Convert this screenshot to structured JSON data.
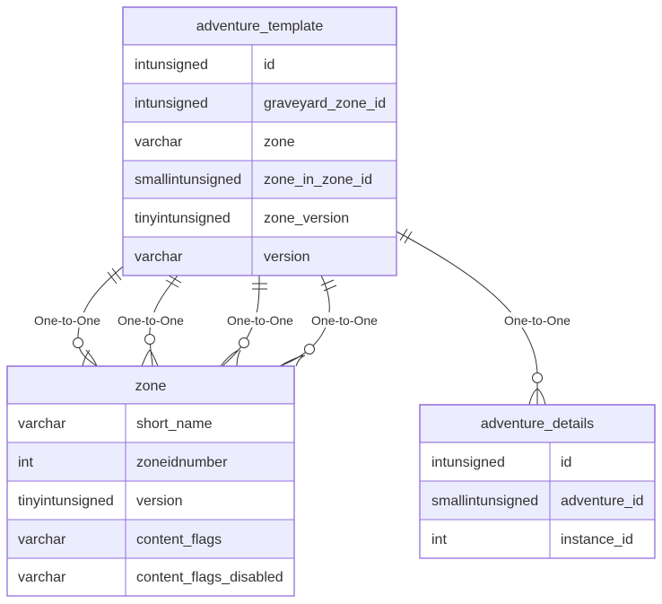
{
  "entities": {
    "adventure_template": {
      "name": "adventure_template",
      "attributes": [
        {
          "type": "intunsigned",
          "name": "id"
        },
        {
          "type": "intunsigned",
          "name": "graveyard_zone_id"
        },
        {
          "type": "varchar",
          "name": "zone"
        },
        {
          "type": "smallintunsigned",
          "name": "zone_in_zone_id"
        },
        {
          "type": "tinyintunsigned",
          "name": "zone_version"
        },
        {
          "type": "varchar",
          "name": "version"
        }
      ]
    },
    "zone": {
      "name": "zone",
      "attributes": [
        {
          "type": "varchar",
          "name": "short_name"
        },
        {
          "type": "int",
          "name": "zoneidnumber"
        },
        {
          "type": "tinyintunsigned",
          "name": "version"
        },
        {
          "type": "varchar",
          "name": "content_flags"
        },
        {
          "type": "varchar",
          "name": "content_flags_disabled"
        }
      ]
    },
    "adventure_details": {
      "name": "adventure_details",
      "attributes": [
        {
          "type": "intunsigned",
          "name": "id"
        },
        {
          "type": "smallintunsigned",
          "name": "adventure_id"
        },
        {
          "type": "int",
          "name": "instance_id"
        }
      ]
    }
  },
  "relationships": [
    {
      "from": "adventure_template",
      "to": "zone",
      "label": "One-to-One"
    },
    {
      "from": "adventure_template",
      "to": "zone",
      "label": "One-to-One"
    },
    {
      "from": "adventure_template",
      "to": "zone",
      "label": "One-to-One"
    },
    {
      "from": "adventure_template",
      "to": "zone",
      "label": "One-to-One"
    },
    {
      "from": "adventure_template",
      "to": "adventure_details",
      "label": "One-to-One"
    }
  ],
  "colors": {
    "entity_fill": "#ECECFF",
    "entity_border": "#9370DB",
    "text": "#333333",
    "edge": "#333333"
  }
}
